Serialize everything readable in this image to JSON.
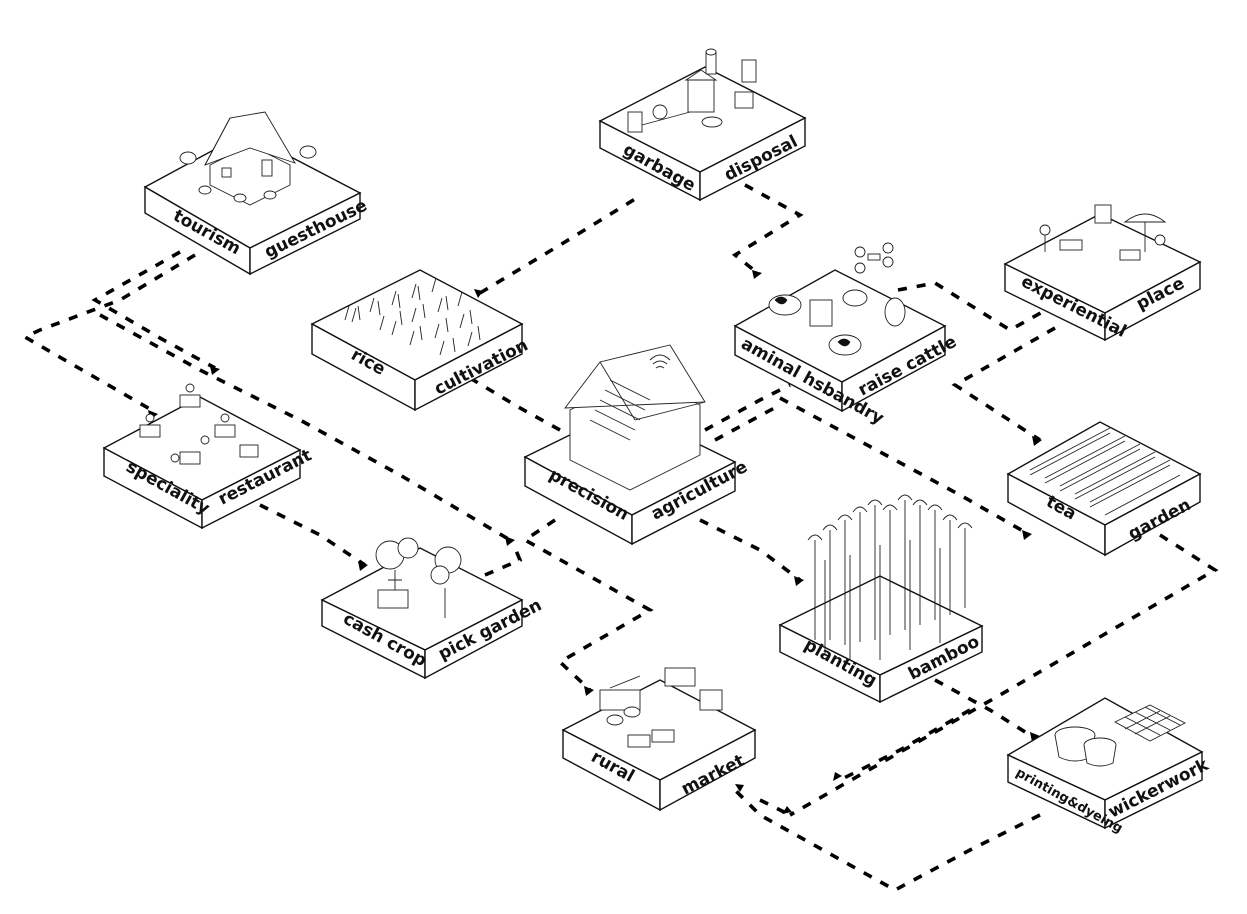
{
  "nodes": {
    "tourism_guesthouse": {
      "left": "tourism",
      "right": "guesthouse"
    },
    "garbage_disposal": {
      "left": "garbage",
      "right": "disposal"
    },
    "experiential_place": {
      "left": "experiential",
      "right": "place"
    },
    "rice_cultivation": {
      "left": "rice",
      "right": "cultivation"
    },
    "animal_husbandry": {
      "left": "aminal hsbandry",
      "right": "raise cattle"
    },
    "speciality_restaurant": {
      "left": "speciality",
      "right": "restaurant"
    },
    "precision_agriculture": {
      "left": "precision",
      "right": "agriculture"
    },
    "tea_garden": {
      "left": "tea",
      "right": "garden"
    },
    "cash_crop": {
      "left": "cash crop",
      "right": "pick garden"
    },
    "planting_bamboo": {
      "left": "planting",
      "right": "bamboo"
    },
    "rural_market": {
      "left": "rural",
      "right": "market"
    },
    "printing_wickerwork": {
      "left": "printing&dyeing",
      "right": "wickerwork"
    }
  },
  "icons": {
    "tourism_guesthouse": "house-icon",
    "garbage_disposal": "recycling-plant-icon",
    "experiential_place": "picnic-umbrella-icon",
    "rice_cultivation": "rice-field-icon",
    "animal_husbandry": "cattle-drone-icon",
    "speciality_restaurant": "dining-tables-icon",
    "precision_agriculture": "greenhouse-icon",
    "tea_garden": "tea-rows-icon",
    "cash_crop": "fruit-tree-icon",
    "planting_bamboo": "bamboo-forest-icon",
    "rural_market": "market-stall-icon",
    "printing_wickerwork": "woven-baskets-icon"
  }
}
